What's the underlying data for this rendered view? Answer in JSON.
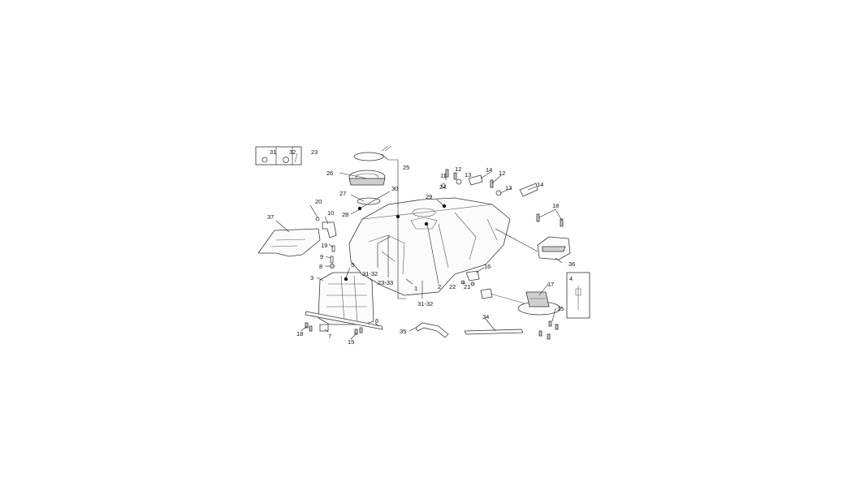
{
  "callouts": {
    "c1": "1",
    "c2": "2",
    "c3": "3",
    "c4": "4",
    "c5": "5",
    "c6": "6",
    "c7": "7",
    "c8": "8",
    "c9": "9",
    "c10": "10",
    "c11": "11",
    "c12a": "12",
    "c12b": "12",
    "c13a": "13",
    "c13b": "13",
    "c14a": "14",
    "c14b": "14",
    "c15a": "15",
    "c15b": "15",
    "c16": "16",
    "c17": "17",
    "c18a": "18",
    "c18b": "18",
    "c19": "19",
    "c20": "20",
    "c21": "21",
    "c22": "22",
    "c23": "23",
    "c24": "24",
    "c25": "25",
    "c26": "26",
    "c27": "27",
    "c28": "28",
    "c29": "29",
    "c30": "30",
    "c31": "31",
    "c32": "32",
    "c34": "34",
    "c35": "35",
    "c36": "36",
    "c37": "37",
    "c3132a": "31-32",
    "c3132b": "31-32",
    "c2333": "23-33"
  }
}
